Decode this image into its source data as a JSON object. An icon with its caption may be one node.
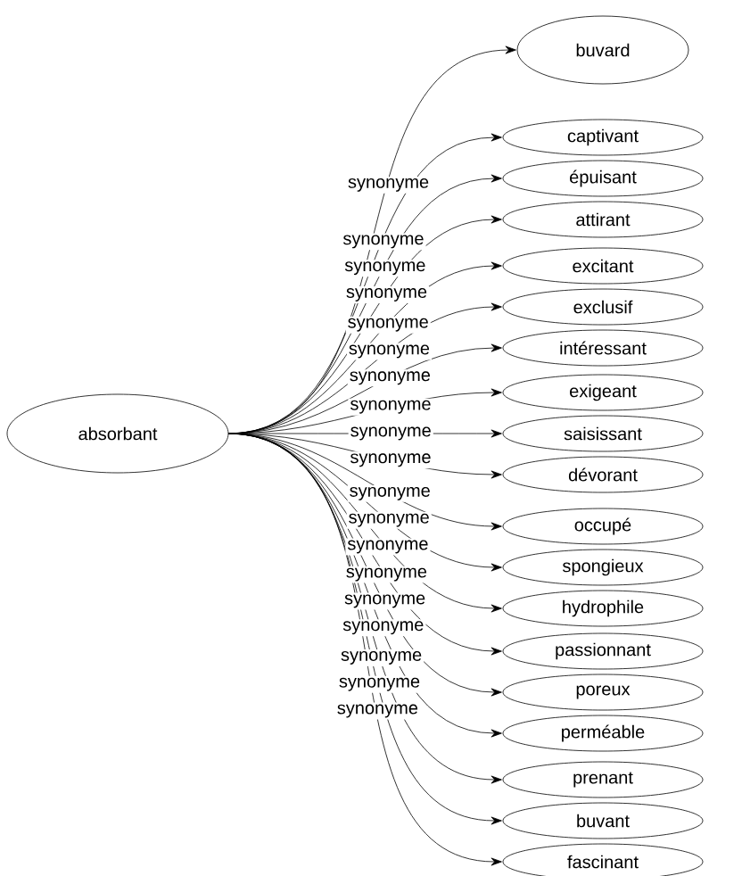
{
  "diagram": {
    "nodes": [
      {
        "text": [
          "absorbant"
        ]
      },
      {
        "text": [
          "buvard"
        ]
      },
      {
        "text": [
          "captivant"
        ]
      },
      {
        "text": [
          "épuisant"
        ]
      },
      {
        "text": [
          "attirant"
        ]
      },
      {
        "text": [
          "excitant"
        ]
      },
      {
        "text": [
          "exclusif"
        ]
      },
      {
        "text": [
          "intéressant"
        ]
      },
      {
        "text": [
          "exigeant"
        ]
      },
      {
        "text": [
          "saisissant"
        ]
      },
      {
        "text": [
          "dévorant"
        ]
      },
      {
        "text": [
          "occupé"
        ]
      },
      {
        "text": [
          "spongieux"
        ]
      },
      {
        "text": [
          "hydrophile"
        ]
      },
      {
        "text": [
          "passionnant"
        ]
      },
      {
        "text": [
          "poreux"
        ]
      },
      {
        "text": [
          "perméable"
        ]
      },
      {
        "text": [
          "prenant"
        ]
      },
      {
        "text": [
          "buvant"
        ]
      },
      {
        "text": [
          "fascinant"
        ]
      }
    ],
    "edges": [
      {
        "from": 0,
        "to": 1,
        "arrow": "to",
        "label": "synonyme"
      },
      {
        "from": 0,
        "to": 2,
        "arrow": "to",
        "label": "synonyme"
      },
      {
        "from": 0,
        "to": 3,
        "arrow": "to",
        "label": "synonyme"
      },
      {
        "from": 0,
        "to": 4,
        "arrow": "to",
        "label": "synonyme"
      },
      {
        "from": 0,
        "to": 5,
        "arrow": "to",
        "label": "synonyme"
      },
      {
        "from": 0,
        "to": 6,
        "arrow": "to",
        "label": "synonyme"
      },
      {
        "from": 0,
        "to": 7,
        "arrow": "to",
        "label": "synonyme"
      },
      {
        "from": 0,
        "to": 8,
        "arrow": "to",
        "label": "synonyme"
      },
      {
        "from": 0,
        "to": 9,
        "arrow": "to",
        "label": "synonyme"
      },
      {
        "from": 0,
        "to": 10,
        "arrow": "to",
        "label": "synonyme"
      },
      {
        "from": 0,
        "to": 11,
        "arrow": "to",
        "label": "synonyme"
      },
      {
        "from": 0,
        "to": 12,
        "arrow": "to",
        "label": "synonyme"
      },
      {
        "from": 0,
        "to": 13,
        "arrow": "to",
        "label": "synonyme"
      },
      {
        "from": 0,
        "to": 14,
        "arrow": "to",
        "label": "synonyme"
      },
      {
        "from": 0,
        "to": 15,
        "arrow": "to",
        "label": "synonyme"
      },
      {
        "from": 0,
        "to": 16,
        "arrow": "to",
        "label": "synonyme"
      },
      {
        "from": 0,
        "to": 17,
        "arrow": "to",
        "label": "synonyme"
      },
      {
        "from": 0,
        "to": 18,
        "arrow": "to",
        "label": "synonyme"
      },
      {
        "from": 0,
        "to": 19,
        "arrow": "to",
        "label": "synonyme"
      }
    ]
  }
}
